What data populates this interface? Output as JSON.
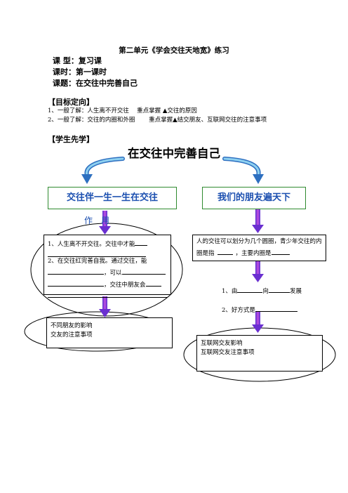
{
  "header": {
    "title": "第二单元《学会交往天地宽》练习",
    "lesson_type": "课 型：复习课",
    "lesson_time": "课时：第一课时",
    "lesson_topic": "课题：在交往中完善自己"
  },
  "goals": {
    "heading": "【目标定向】",
    "line1": "1、一般了解：人生离不开交往　 重点掌握 ▲交往的原因",
    "line2": "2、一般了解：交往的内圈和外圈　　 重点掌握▲结交朋友、互联网交往的注意事项"
  },
  "preview": {
    "heading": "【学生先学】"
  },
  "mindmap": {
    "main_title": "在交往中完善自己",
    "left_header": "交往伴一生一生在交往",
    "right_header": "我们的朋友遍天下",
    "zuoyong": "作　用",
    "left_box": {
      "line1": "1、人生离不开交往。交往中才能",
      "line2": "2、在交往红完善自我。通过交往，能",
      "line3_end": "，可以",
      "line4_end": "，交往中朋友会"
    },
    "right_box": {
      "text1": "人的交往可以划分为几个圆圈，青少年交往的内圈是指",
      "text2": "，主要内圈是"
    },
    "right_mid": {
      "line1_a": "1、由",
      "line1_b": "向",
      "line1_c": "发展",
      "line2": "2、好方式是"
    },
    "left_bottom": {
      "line1": "不同朋友的影响",
      "line2": "交友的注意事项"
    },
    "right_bottom": {
      "line1": "互联网交友影响",
      "line2": "互联网交友注意事项"
    },
    "colors": {
      "header_text": "#1b4fb0",
      "header_border": "#2f8a2f",
      "arrow": "#8a3fd6",
      "curve_arrow": "#3aa0d8"
    }
  }
}
